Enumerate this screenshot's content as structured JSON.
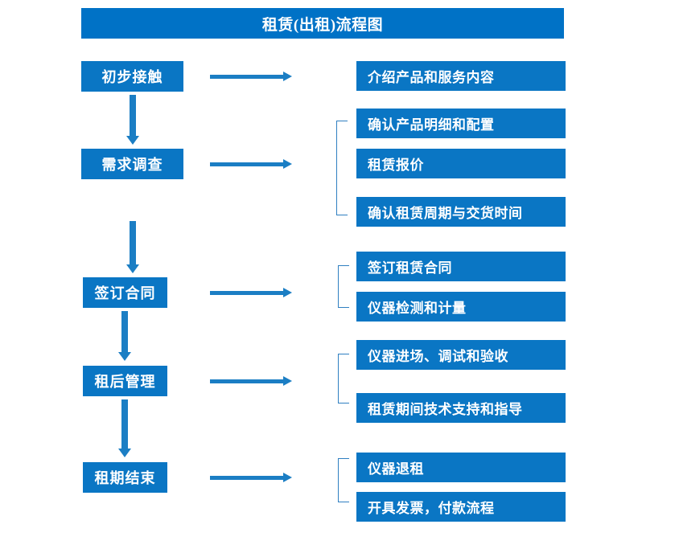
{
  "title": "租赁(出租)流程图",
  "colors": {
    "banner": "#0072c6",
    "box": "#0a76c4",
    "arrow": "#1b7ec4",
    "bracket": "#2f7fc1",
    "box_text": "#ffffff"
  },
  "stages": [
    {
      "label": "初步接触"
    },
    {
      "label": "需求调查"
    },
    {
      "label": "签订合同"
    },
    {
      "label": "租后管理"
    },
    {
      "label": "租期结束"
    }
  ],
  "details": [
    {
      "label": "介绍产品和服务内容"
    },
    {
      "label": "确认产品明细和配置"
    },
    {
      "label": "租赁报价"
    },
    {
      "label": "确认租赁周期与交货时间"
    },
    {
      "label": "签订租赁合同"
    },
    {
      "label": "仪器检测和计量"
    },
    {
      "label": "仪器进场、调试和验收"
    },
    {
      "label": "租赁期间技术支持和指导"
    },
    {
      "label": "仪器退租"
    },
    {
      "label": "开具发票，付款流程"
    }
  ],
  "groups": [
    {
      "name": "group-needs"
    },
    {
      "name": "group-contract"
    },
    {
      "name": "group-post-rental"
    },
    {
      "name": "group-end"
    }
  ]
}
